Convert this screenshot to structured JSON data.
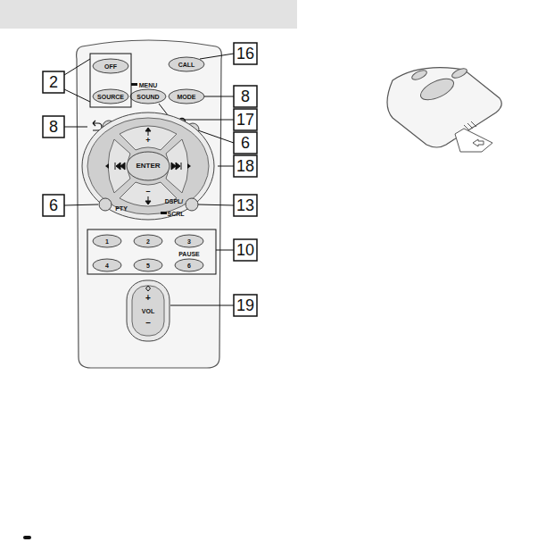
{
  "diagram": {
    "labels": [
      "2",
      "16",
      "8",
      "17",
      "8",
      "6",
      "18",
      "6",
      "13",
      "10",
      "19",
      "OFF",
      "SOURCE",
      "CALL",
      "MENU",
      "SOUND",
      "MODE",
      "+",
      "ENTER",
      "–",
      "PTY",
      "DSPL/",
      "SCRL",
      "1",
      "2",
      "3",
      "4",
      "5",
      "6",
      "PAUSE",
      "+",
      "VOL",
      "–"
    ]
  }
}
